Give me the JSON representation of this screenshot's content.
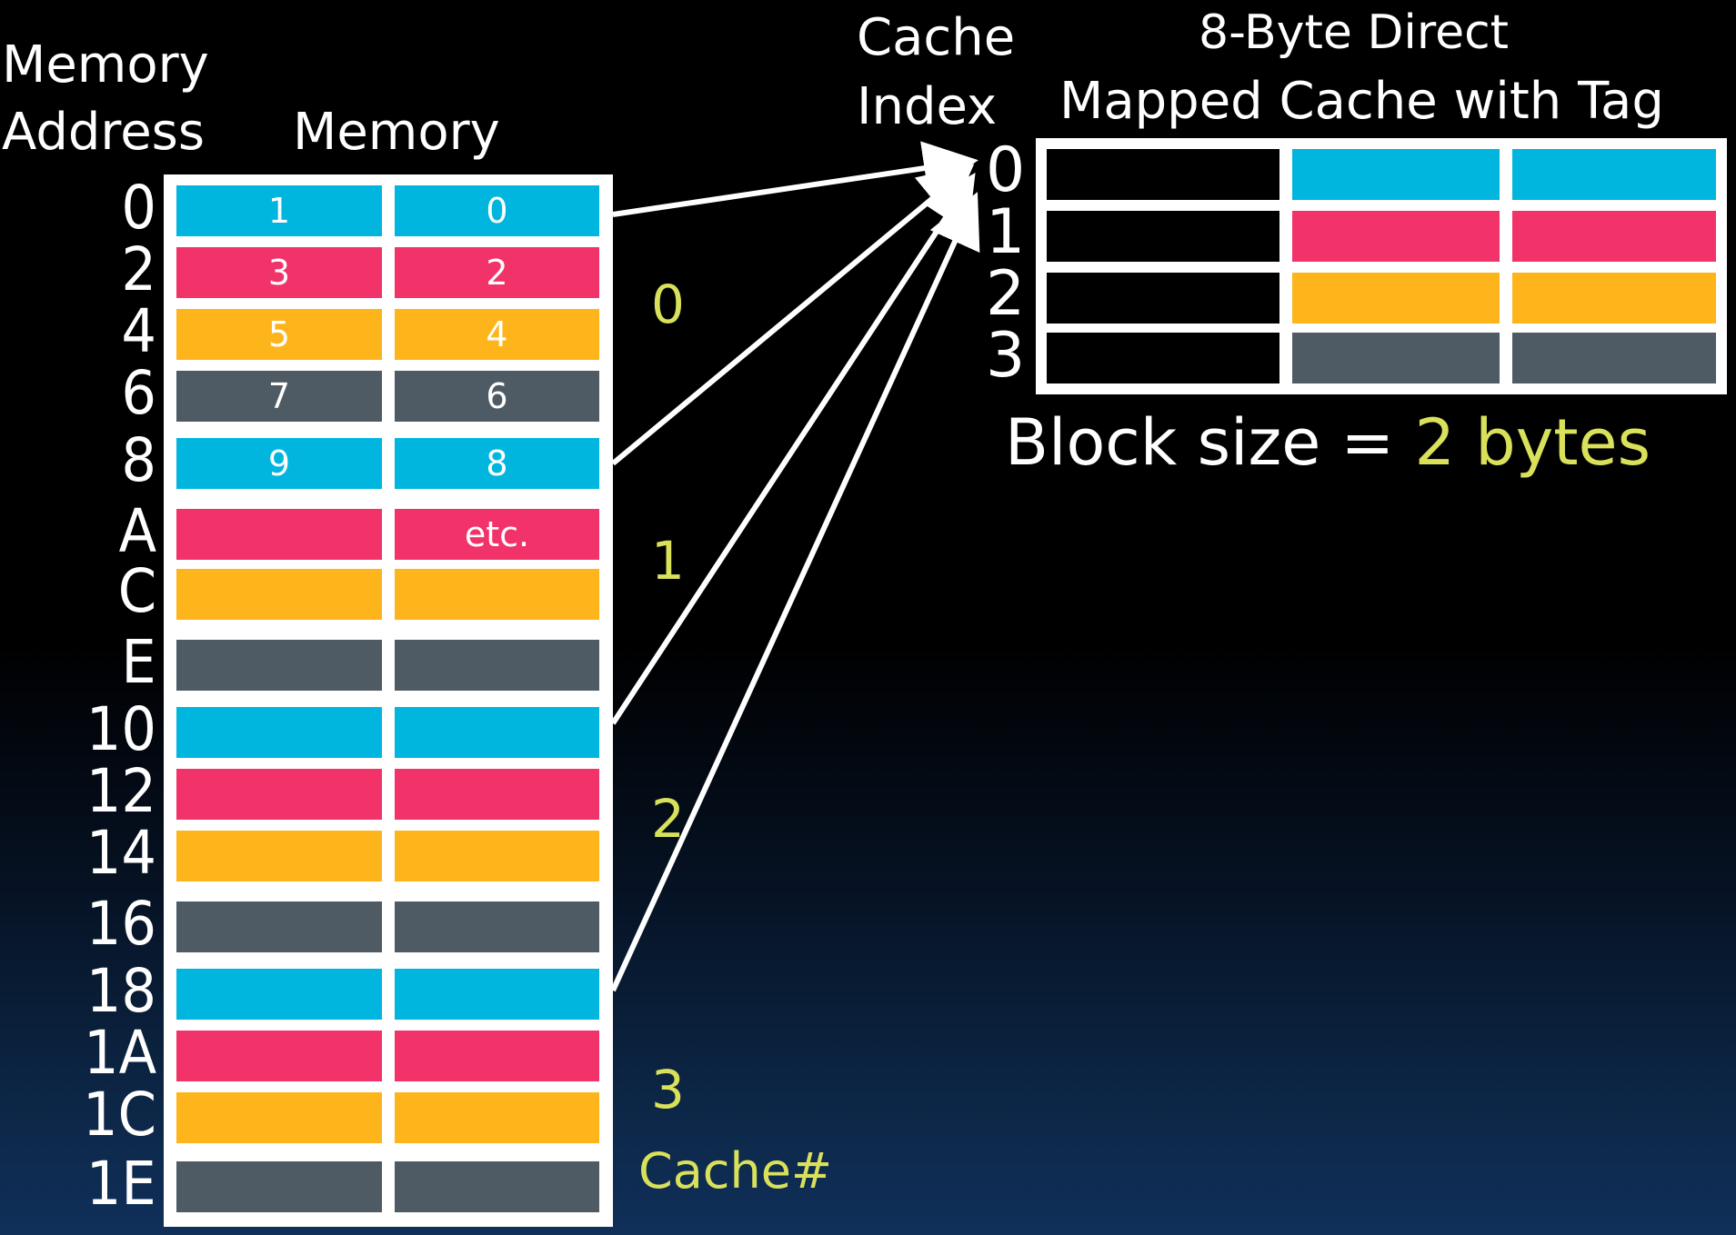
{
  "memory_address_header": [
    "Memory",
    "Address"
  ],
  "memory_header": "Memory",
  "cache_index_header": [
    "Cache",
    "Index"
  ],
  "cache_title": [
    "8-Byte Direct",
    "Mapped Cache with Tag"
  ],
  "block_size": {
    "label": "Block size =",
    "value": "2 bytes"
  },
  "cache_number_label": "Cache#",
  "colors": {
    "blue": "#01b6de",
    "red": "#f2336a",
    "yellow": "#fdb51b",
    "gray": "#4f5b64",
    "accent_text": "#d9e05a"
  },
  "memory_rows": [
    {
      "address": "0",
      "color": "blue",
      "left": "1",
      "right": "0"
    },
    {
      "address": "2",
      "color": "red",
      "left": "3",
      "right": "2"
    },
    {
      "address": "4",
      "color": "yellow",
      "left": "5",
      "right": "4"
    },
    {
      "address": "6",
      "color": "gray",
      "left": "7",
      "right": "6"
    },
    {
      "address": "8",
      "color": "blue",
      "left": "9",
      "right": "8"
    },
    {
      "address": "A",
      "color": "red",
      "left": "",
      "right": "etc."
    },
    {
      "address": "C",
      "color": "yellow",
      "left": "",
      "right": ""
    },
    {
      "address": "E",
      "color": "gray",
      "left": "",
      "right": ""
    },
    {
      "address": "10",
      "color": "blue",
      "left": "",
      "right": ""
    },
    {
      "address": "12",
      "color": "red",
      "left": "",
      "right": ""
    },
    {
      "address": "14",
      "color": "yellow",
      "left": "",
      "right": ""
    },
    {
      "address": "16",
      "color": "gray",
      "left": "",
      "right": ""
    },
    {
      "address": "18",
      "color": "blue",
      "left": "",
      "right": ""
    },
    {
      "address": "1A",
      "color": "red",
      "left": "",
      "right": ""
    },
    {
      "address": "1C",
      "color": "yellow",
      "left": "",
      "right": ""
    },
    {
      "address": "1E",
      "color": "gray",
      "left": "",
      "right": ""
    }
  ],
  "cache_group_labels": [
    "0",
    "1",
    "2",
    "3"
  ],
  "cache_rows": [
    {
      "index": "0",
      "color": "blue"
    },
    {
      "index": "1",
      "color": "red"
    },
    {
      "index": "2",
      "color": "yellow"
    },
    {
      "index": "3",
      "color": "gray"
    }
  ],
  "arrows": [
    {
      "from_address": "0",
      "to_cache_index": "0"
    },
    {
      "from_address": "8",
      "to_cache_index": "0"
    },
    {
      "from_address": "10",
      "to_cache_index": "0"
    },
    {
      "from_address": "18",
      "to_cache_index": "0"
    }
  ]
}
